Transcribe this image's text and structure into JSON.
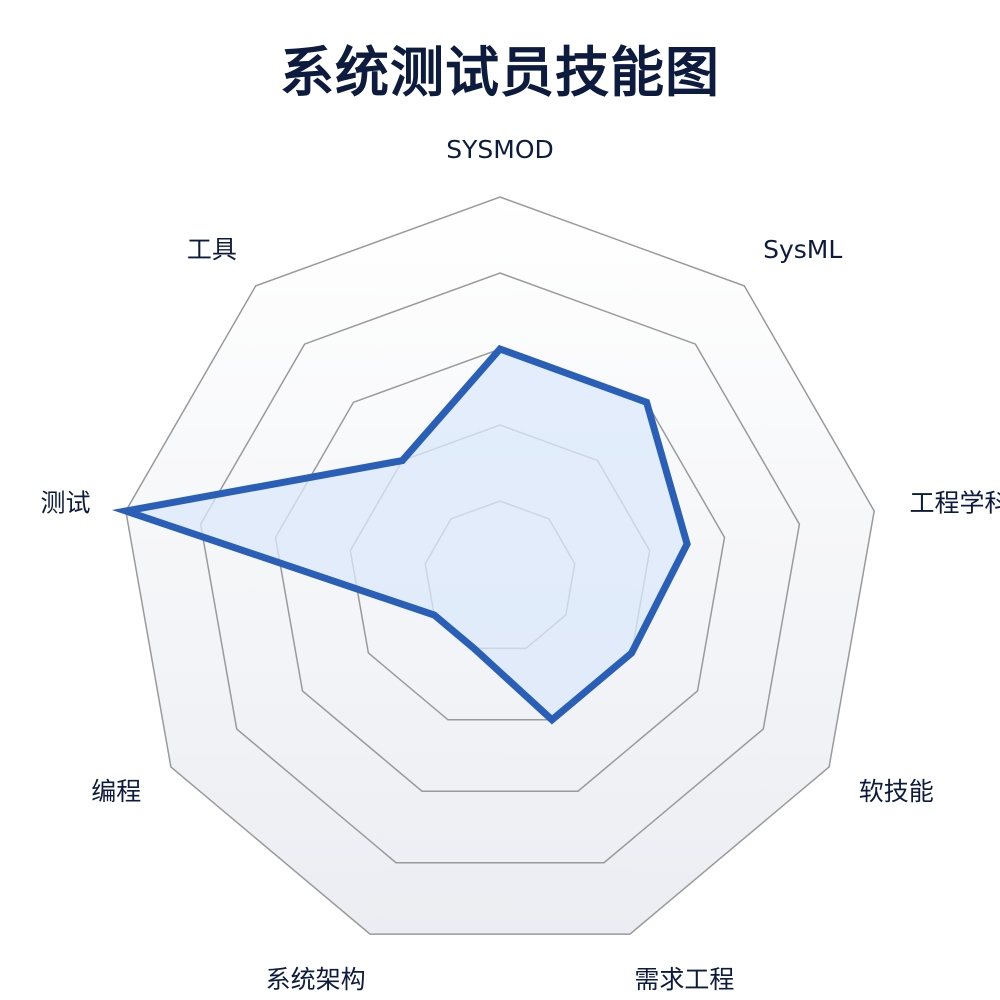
{
  "title": "系统测试员技能图",
  "chart_data": {
    "type": "radar",
    "axes": [
      "SYSMOD",
      "SysML",
      "工程学科",
      "软技能",
      "需求工程",
      "系统架构",
      "编程",
      "测试",
      "工具"
    ],
    "values": [
      6,
      6,
      5,
      4,
      4,
      2,
      2,
      10,
      4
    ],
    "range": [
      0,
      10
    ],
    "levels": 5,
    "grid": true,
    "colors": {
      "line": "#2a5fb8",
      "fill": "#dbe8fb",
      "grid": "#9a9a9a",
      "bg_top": "#ffffff",
      "bg_bottom": "#ebedf2"
    }
  }
}
